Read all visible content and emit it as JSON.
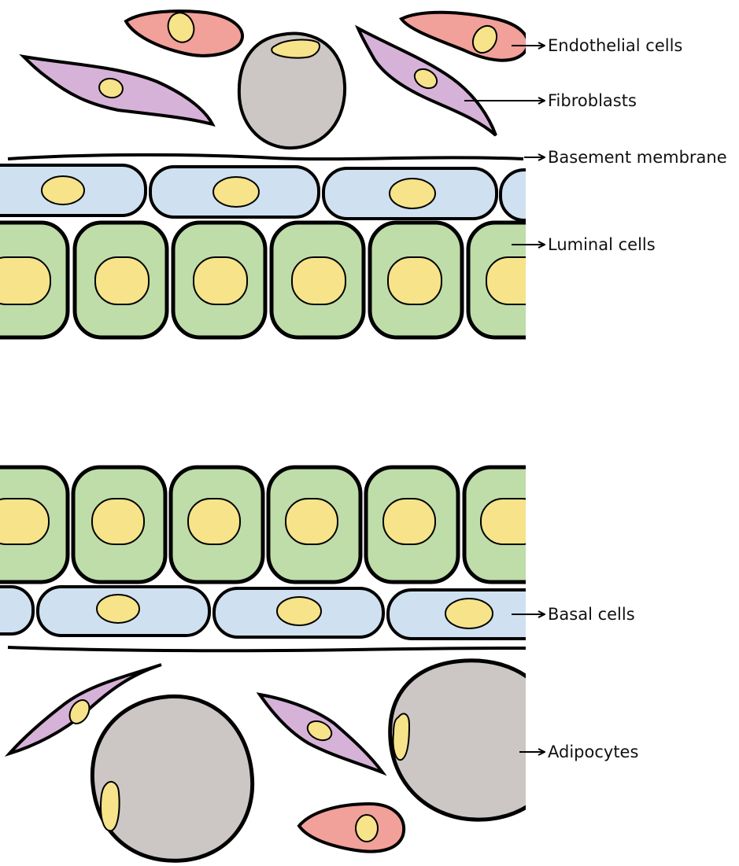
{
  "labels": {
    "endothelial": "Endothelial cells",
    "fibroblasts": "Fibroblasts",
    "basement": "Basement membrane",
    "luminal": "Luminal cells",
    "basal": "Basal cells",
    "adipocytes": "Adipocytes"
  },
  "colors": {
    "endothelial": "#f1a09a",
    "fibroblast": "#d6b2d8",
    "adipocyte": "#ccc6c4",
    "basal": "#cfe1f0",
    "luminal": "#bedda9",
    "nucleus": "#f6e38a",
    "outline": "#000000"
  }
}
